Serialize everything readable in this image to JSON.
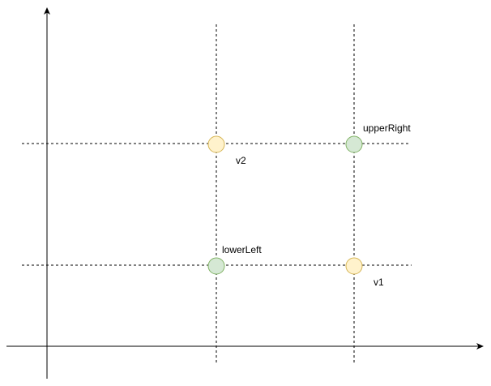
{
  "labels": {
    "upper_right": "upperRight",
    "v2": "v2",
    "lower_left": "lowerLeft",
    "v1": "v1"
  },
  "colors": {
    "green_fill": "#d5e8d4",
    "green_stroke": "#82b366",
    "yellow_fill": "#fff2cc",
    "yellow_stroke": "#d6b656",
    "line": "#000000"
  }
}
